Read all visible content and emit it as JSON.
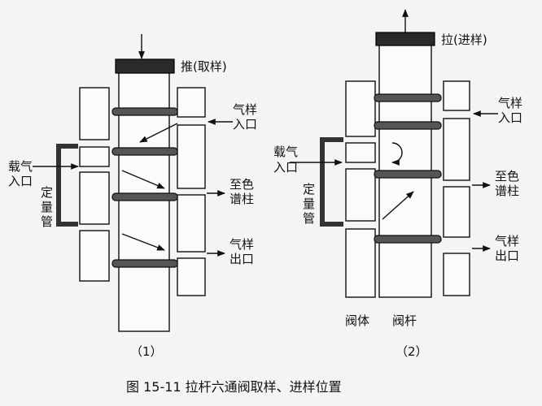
{
  "diagram1": {
    "push_label": "推(取样)",
    "gas_in": [
      "气样",
      "入口"
    ],
    "carrier_in": [
      "载气",
      "入口"
    ],
    "to_column": [
      "至色",
      "谱柱"
    ],
    "gas_out": [
      "气样",
      "出口"
    ],
    "quant_tube": [
      "定",
      "量",
      "管"
    ],
    "number": "（1）"
  },
  "diagram2": {
    "pull_label": "拉(进样)",
    "gas_in": [
      "气样",
      "入口"
    ],
    "carrier_in": [
      "载气",
      "入口"
    ],
    "to_column": [
      "至色",
      "谱柱"
    ],
    "gas_out": [
      "气样",
      "出口"
    ],
    "quant_tube": [
      "定",
      "量",
      "管"
    ],
    "valve_body": "阀体",
    "valve_rod": "阀杆",
    "number": "（2）"
  },
  "caption": "图 15-11  拉杆六通阀取样、进样位置"
}
